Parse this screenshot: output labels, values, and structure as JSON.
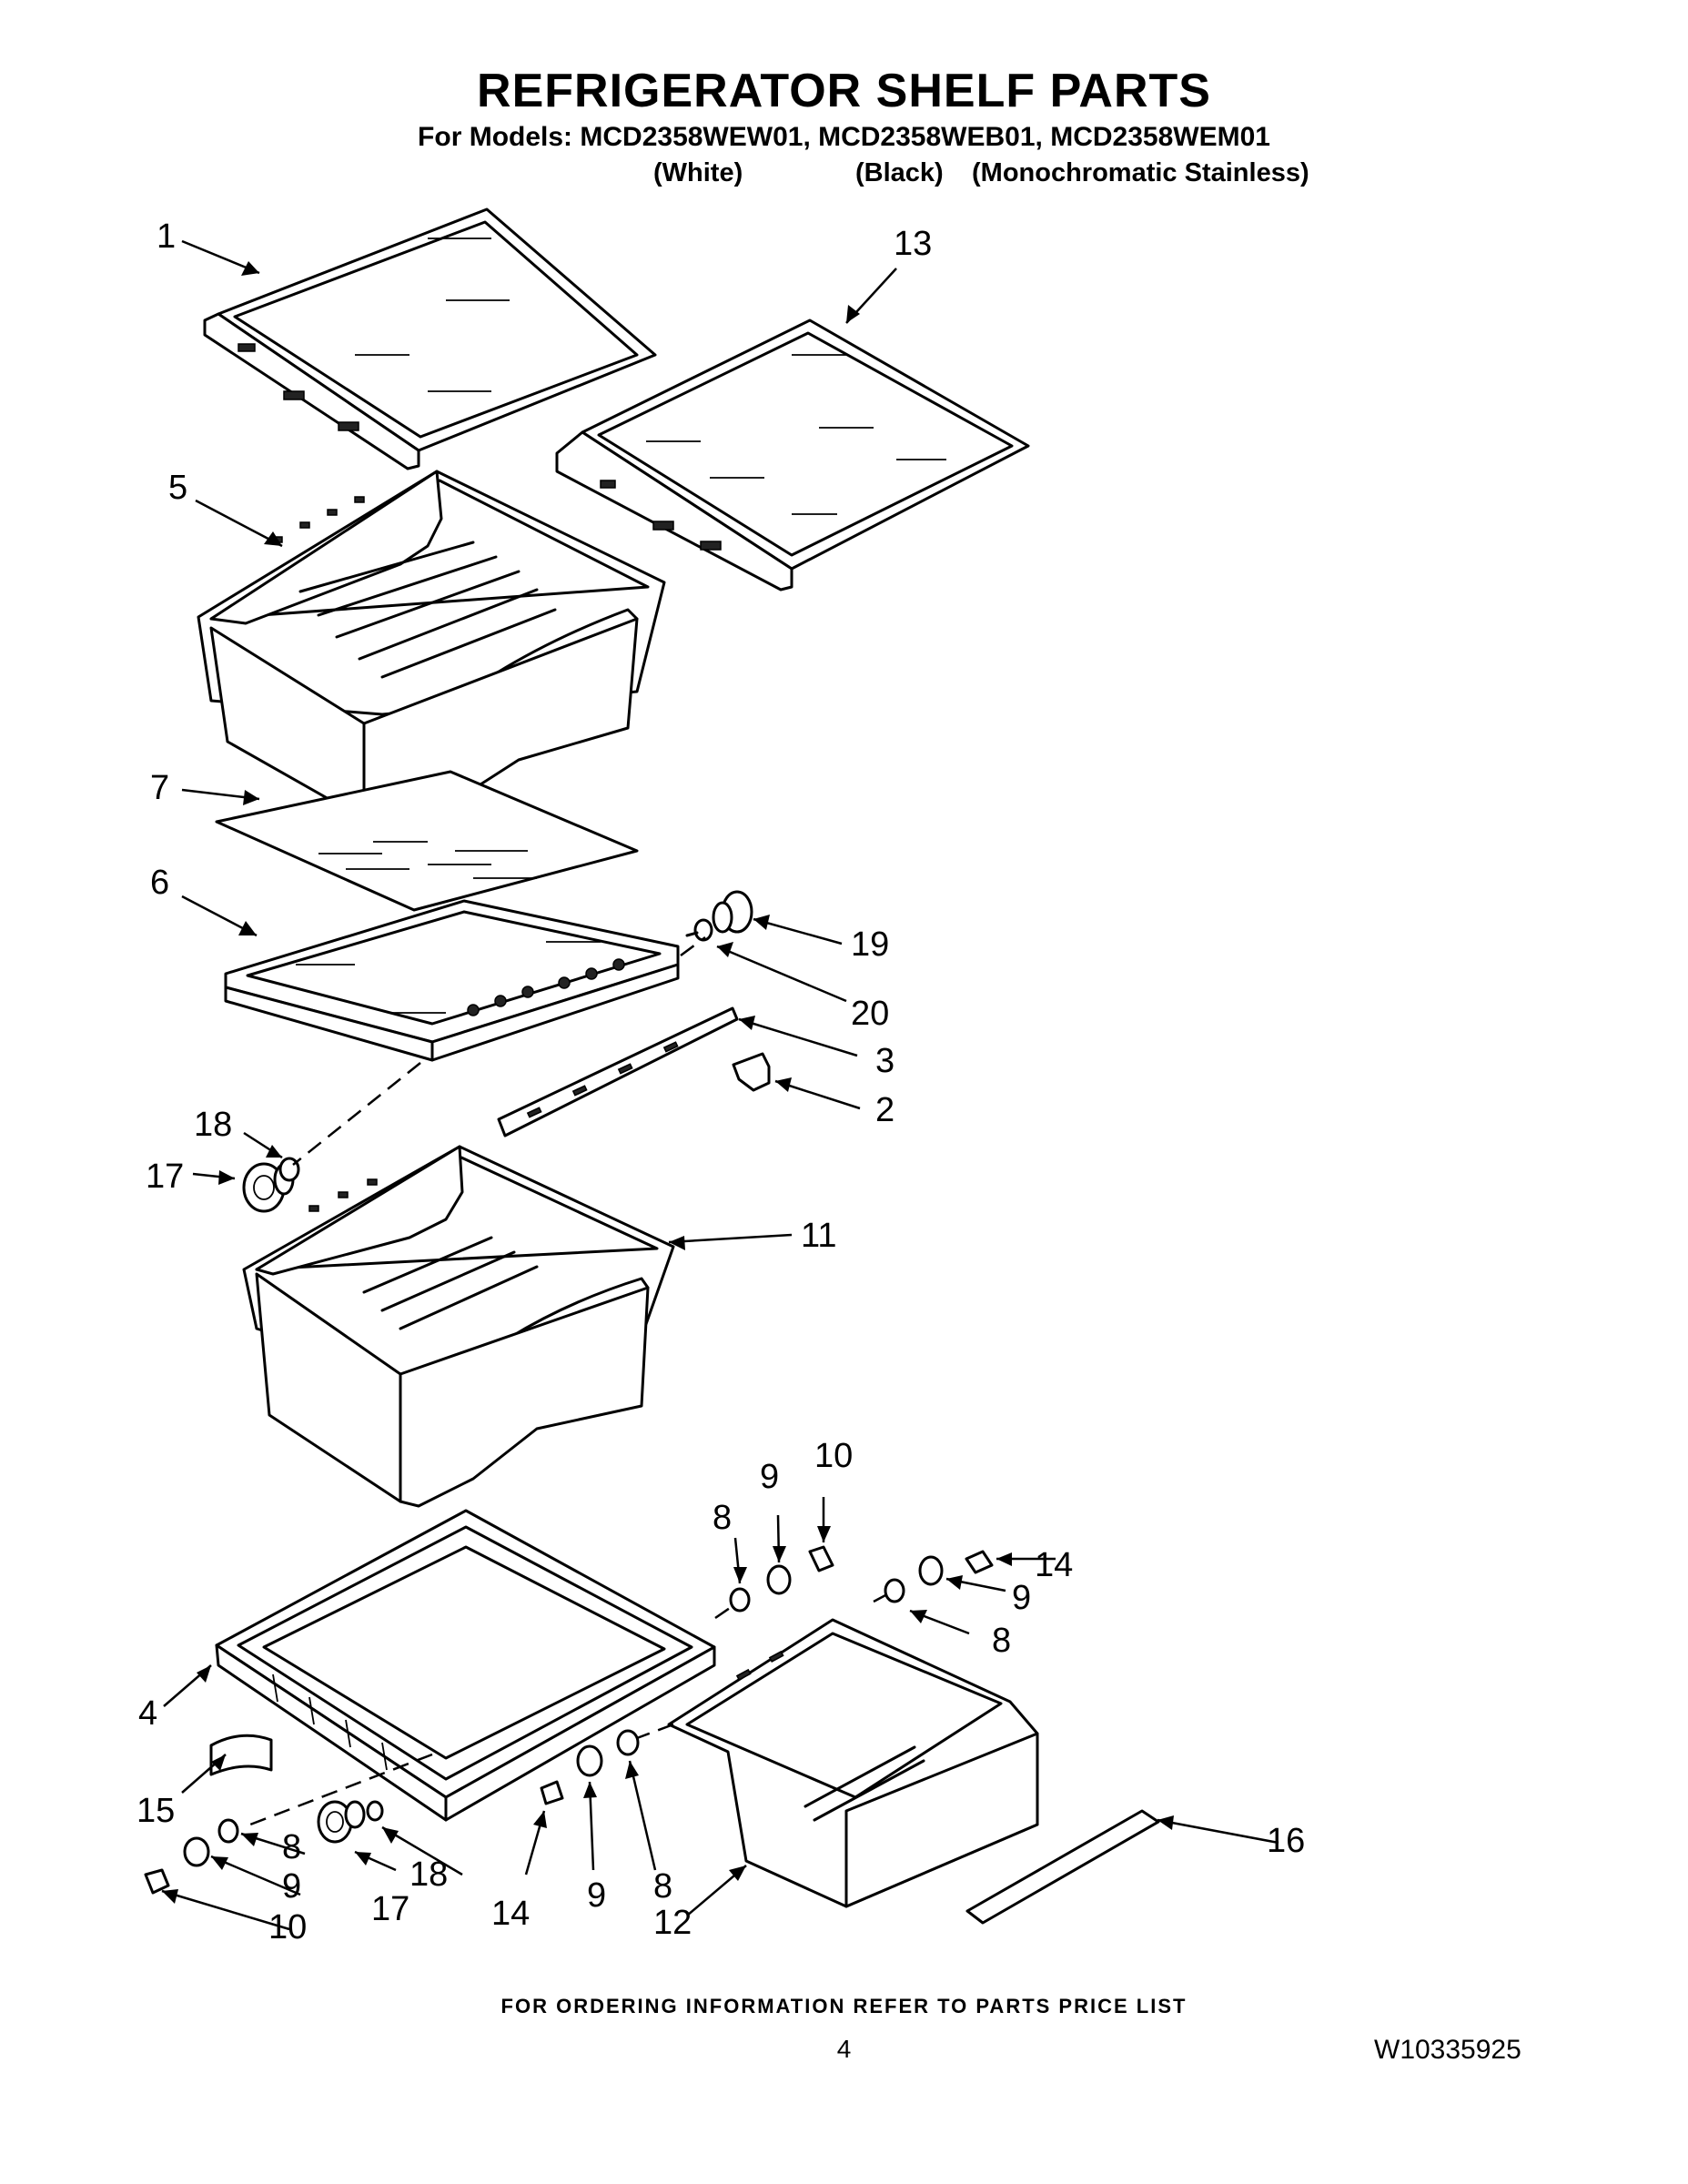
{
  "header": {
    "title": "REFRIGERATOR SHELF PARTS",
    "models_line": "For Models: MCD2358WEW01, MCD2358WEB01, MCD2358WEM01",
    "variants": [
      "(White)",
      "(Black)",
      "(Monochromatic Stainless)"
    ]
  },
  "callouts": {
    "c1": "1",
    "c2": "2",
    "c3": "3",
    "c4": "4",
    "c5": "5",
    "c6": "6",
    "c7": "7",
    "c8a": "8",
    "c8b": "8",
    "c8c": "8",
    "c8d": "8",
    "c9a": "9",
    "c9b": "9",
    "c9c": "9",
    "c9d": "9",
    "c10a": "10",
    "c10b": "10",
    "c11": "11",
    "c12": "12",
    "c13": "13",
    "c14a": "14",
    "c14b": "14",
    "c15": "15",
    "c16": "16",
    "c17a": "17",
    "c17b": "17",
    "c18a": "18",
    "c18b": "18",
    "c19": "19",
    "c20": "20"
  },
  "footer": {
    "ordering_note": "FOR ORDERING INFORMATION REFER TO PARTS PRICE LIST",
    "page_number": "4",
    "document_number": "W10335925"
  }
}
